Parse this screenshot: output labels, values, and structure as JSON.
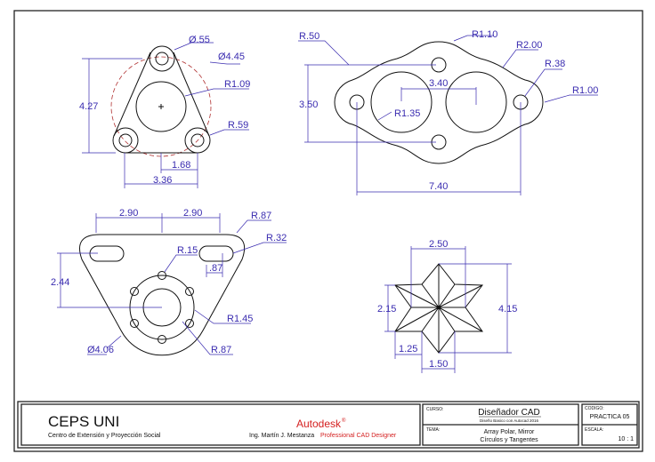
{
  "drawing1": {
    "dims": [
      "Ø.55",
      "Ø4.45",
      "R1.09",
      "R.59",
      "4.27",
      "1.68",
      "3.36"
    ]
  },
  "drawing2": {
    "dims": [
      "R.50",
      "R1.10",
      "R2.00",
      "R.38",
      "R1.00",
      "3.40",
      "3.50",
      "R1.35",
      "7.40"
    ]
  },
  "drawing3": {
    "dims": [
      "2.90",
      "2.90",
      "R.87",
      "R.32",
      "R.15",
      ".87",
      "2.44",
      "R1.45",
      "Ø4.06",
      "R.87"
    ]
  },
  "drawing4": {
    "dims": [
      "2.50",
      "2.15",
      "4.15",
      "1.25",
      "1.50"
    ]
  },
  "title_block": {
    "org": "CEPS UNI",
    "org_sub": "Centro de Extensión y Proyección Social",
    "brand": "Autodesk",
    "brand_mark": "®",
    "author": "Ing. Martín J. Mestanza",
    "author_title": "Professional CAD Designer",
    "curso_label": "CURSO:",
    "curso": "Diseñador CAD",
    "curso_sub": "Diseño Basico con Autocad 2016",
    "tema_label": "TEMA:",
    "tema_line1": "Array Polar, Mirror",
    "tema_line2": "Círculos y Tangentes",
    "codigo_label": "CODIGO:",
    "codigo": "PRACTICA 05",
    "escala_label": "ESCALA:",
    "escala": "10 : 1"
  }
}
